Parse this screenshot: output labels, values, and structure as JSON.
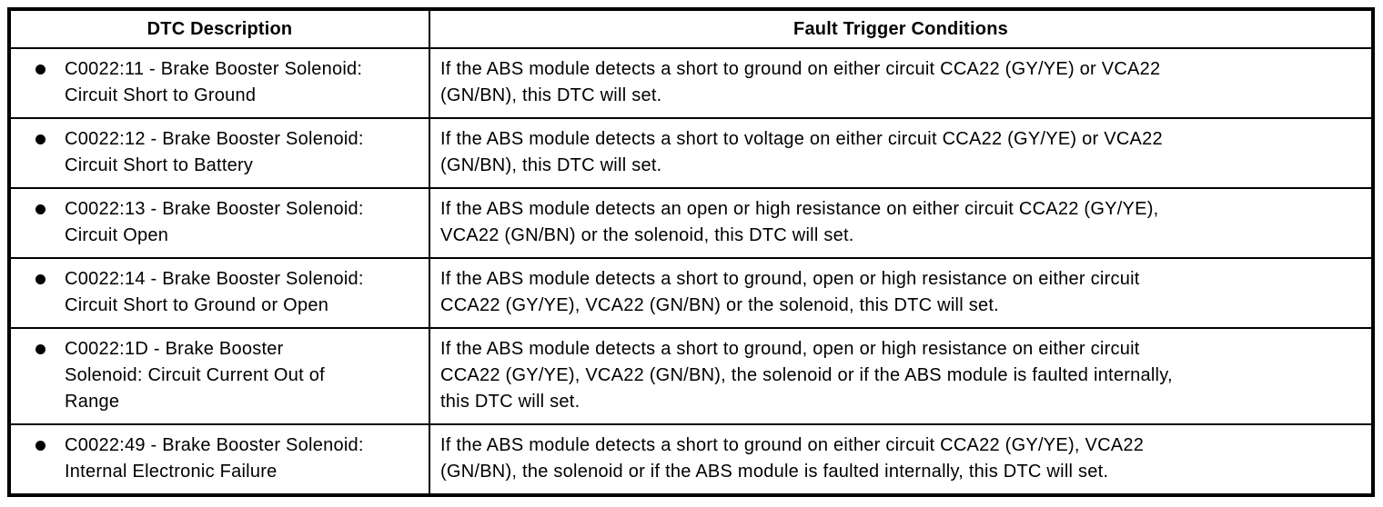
{
  "colors": {
    "border": "#000000",
    "text": "#000000",
    "background": "#ffffff"
  },
  "icons": {
    "bullet": "filled-circle"
  },
  "table": {
    "headers": {
      "dtc_description": "DTC Description",
      "fault_trigger_conditions": "Fault Trigger Conditions"
    },
    "rows": [
      {
        "dtc": "C0022:11 - Brake Booster Solenoid:\nCircuit Short to Ground",
        "condition": "If the ABS module detects a short to ground on either circuit CCA22 (GY/YE) or VCA22\n(GN/BN), this DTC will set."
      },
      {
        "dtc": "C0022:12 - Brake Booster Solenoid:\nCircuit Short to Battery",
        "condition": "If the ABS module detects a short to voltage on either circuit CCA22 (GY/YE) or VCA22\n(GN/BN), this DTC will set."
      },
      {
        "dtc": "C0022:13 - Brake Booster Solenoid:\nCircuit Open",
        "condition": "If the ABS module detects an open or high resistance on either circuit CCA22 (GY/YE),\nVCA22 (GN/BN) or the solenoid, this DTC will set."
      },
      {
        "dtc": "C0022:14 - Brake Booster Solenoid:\nCircuit Short to Ground or Open",
        "condition": "If the ABS module detects a short to ground, open or high resistance on either circuit\nCCA22 (GY/YE), VCA22 (GN/BN) or the solenoid, this DTC will set."
      },
      {
        "dtc": "C0022:1D - Brake Booster\nSolenoid: Circuit Current Out of\nRange",
        "condition": "If the ABS module detects a short to ground, open or high resistance on either circuit\nCCA22 (GY/YE), VCA22 (GN/BN), the solenoid or if the ABS module is faulted internally,\nthis DTC will set."
      },
      {
        "dtc": "C0022:49 - Brake Booster Solenoid:\nInternal Electronic Failure",
        "condition": "If the ABS module detects a short to ground on either circuit CCA22 (GY/YE), VCA22\n(GN/BN), the solenoid or if the ABS module is faulted internally, this DTC will set."
      }
    ]
  }
}
